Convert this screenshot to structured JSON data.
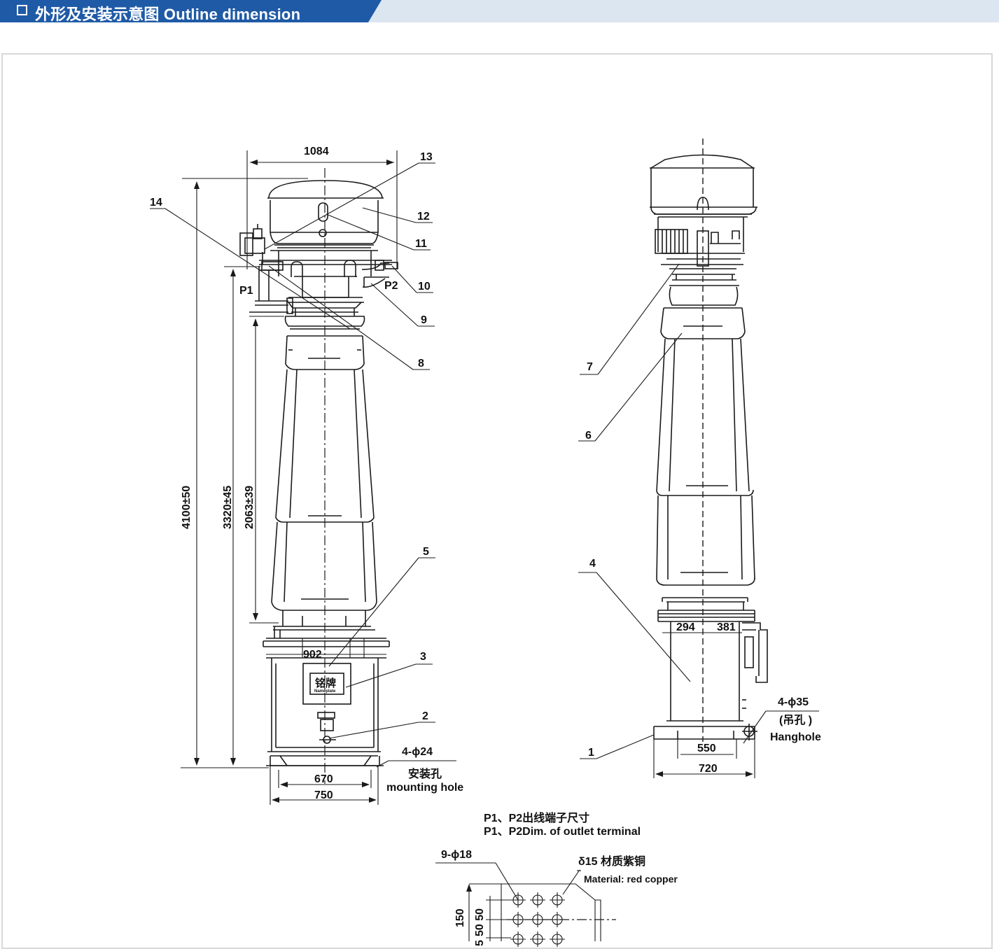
{
  "header": {
    "title": "外形及安装示意图 Outline dimension",
    "accent_color": "#1f5aa6",
    "band_color": "#dce6f0"
  },
  "front_view": {
    "dims": {
      "top_width": "1084",
      "total_height": "4100±50",
      "height_mid": "3320±45",
      "height_lower": "2063±39",
      "base_width": "902",
      "foot_inner": "670",
      "foot_outer": "750"
    },
    "labels": [
      "14",
      "13",
      "12",
      "11",
      "10",
      "9",
      "8",
      "5",
      "3",
      "2"
    ],
    "terminals": [
      "P1",
      "P2"
    ],
    "nameplate": {
      "title": "铭牌",
      "subtitle": "Nameplate"
    },
    "mounting": {
      "spec": "4-ϕ24",
      "zh": "安装孔",
      "en": "mounting hole"
    }
  },
  "side_view": {
    "dims": {
      "offset_left": "294",
      "offset_right": "381",
      "base_inner": "550",
      "base_outer": "720"
    },
    "labels": [
      "7",
      "6",
      "4",
      "1"
    ],
    "hanghole": {
      "spec": "4-ϕ35",
      "zh": "(吊孔 )",
      "en": "Hanghole"
    }
  },
  "terminal_detail": {
    "title_zh": "P1、P2出线端子尺寸",
    "title_en": "P1、P2Dim. of outlet terminal",
    "holes": "9-ϕ18",
    "thickness": "δ15  材质紫铜",
    "material_en": "Material: red copper",
    "dim_height": "150",
    "dim_pitch": "50 50",
    "dim_clip": "5",
    "hole_grid": {
      "rows": 3,
      "cols": 3
    }
  }
}
